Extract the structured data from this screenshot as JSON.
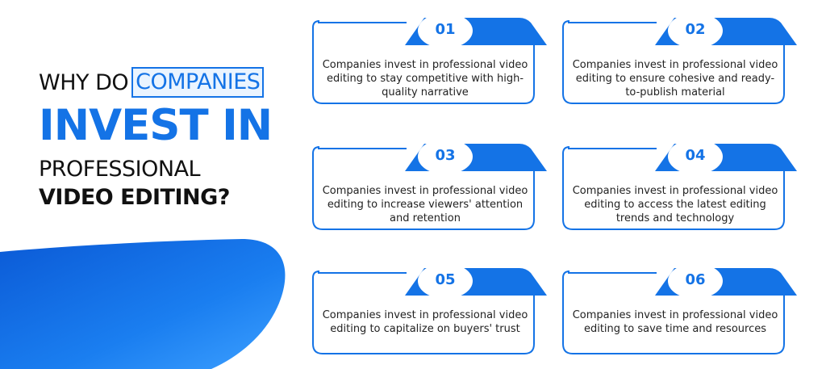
{
  "heading": {
    "line1_pre": "WHY DO",
    "line1_boxed": "COMPANIES",
    "line2": "INVEST IN",
    "line3": "PROFESSIONAL",
    "line4": "VIDEO EDITING?"
  },
  "cards": [
    {
      "number": "01",
      "text": "Companies invest in professional video editing to stay competitive with high-quality narrative"
    },
    {
      "number": "02",
      "text": "Companies invest in professional video editing to ensure cohesive and ready-to-publish material"
    },
    {
      "number": "03",
      "text": "Companies invest in professional video editing to increase viewers' attention and retention"
    },
    {
      "number": "04",
      "text": "Companies invest in professional video editing to access the latest editing trends and technology"
    },
    {
      "number": "05",
      "text": "Companies invest in professional video editing to capitalize on buyers' trust"
    },
    {
      "number": "06",
      "text": "Companies invest in professional video editing to save time and resources"
    }
  ],
  "colors": {
    "accent": "#1473e6",
    "accent_dark": "#0d5fd1",
    "text": "#111111"
  }
}
